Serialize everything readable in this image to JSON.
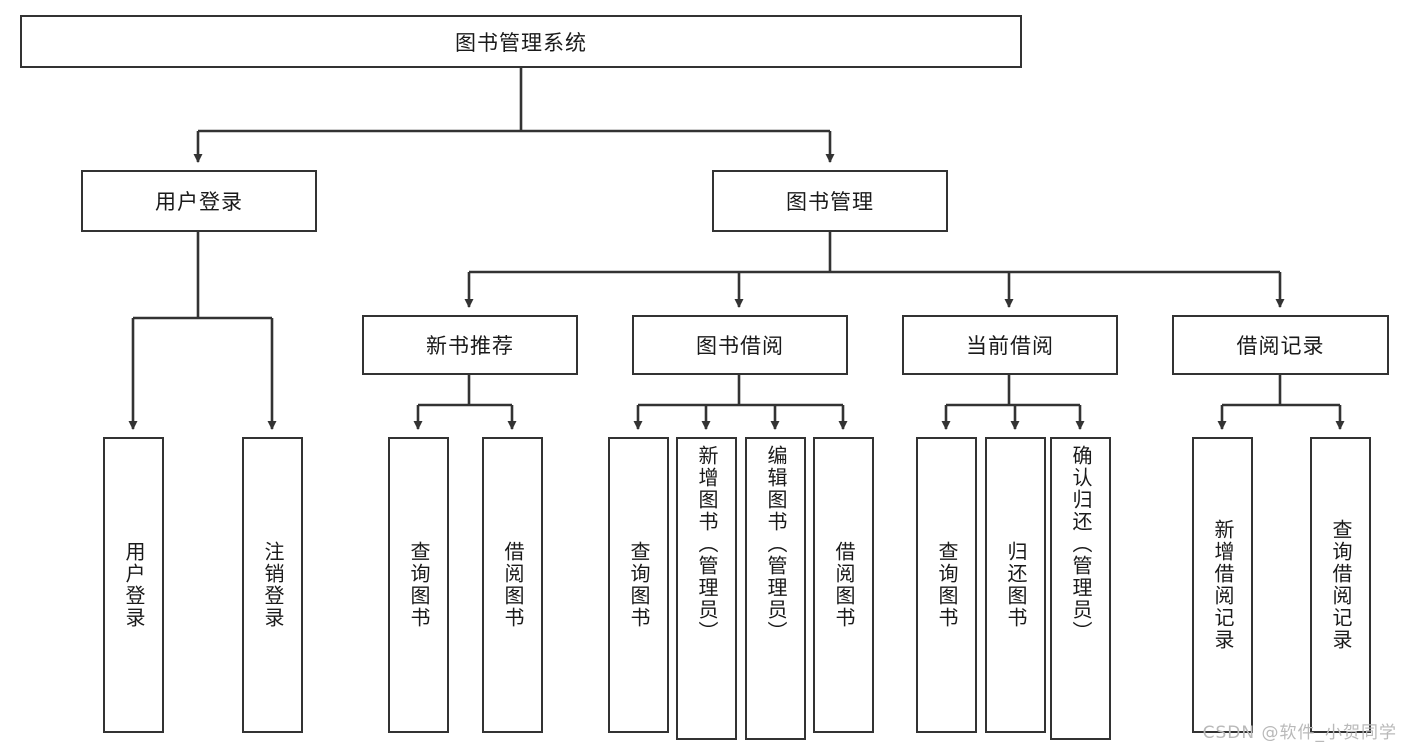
{
  "diagram": {
    "type": "hierarchy-tree",
    "title": "图书管理系统",
    "watermark": "CSDN @软件_小贺同学",
    "nodes": {
      "root": {
        "label": "图书管理系统",
        "level": 1
      },
      "user_login": {
        "label": "用户登录",
        "level": 2
      },
      "book_mgmt": {
        "label": "图书管理",
        "level": 2
      },
      "new_book_rec": {
        "label": "新书推荐",
        "level": 3
      },
      "book_borrow": {
        "label": "图书借阅",
        "level": 3
      },
      "current_borrow": {
        "label": "当前借阅",
        "level": 3
      },
      "borrow_record": {
        "label": "借阅记录",
        "level": 3
      },
      "leaf_user_login": {
        "label": "用户登录",
        "level": 4
      },
      "leaf_logout": {
        "label": "注销登录",
        "level": 4
      },
      "leaf_query_book_1": {
        "label": "查询图书",
        "level": 4
      },
      "leaf_borrow_book_1": {
        "label": "借阅图书",
        "level": 4
      },
      "leaf_query_book_2": {
        "label": "查询图书",
        "level": 4
      },
      "leaf_add_book": {
        "label": "新增图书（管理员）",
        "level": 4
      },
      "leaf_edit_book": {
        "label": "编辑图书（管理员）",
        "level": 4
      },
      "leaf_borrow_book_2": {
        "label": "借阅图书",
        "level": 4
      },
      "leaf_query_book_3": {
        "label": "查询图书",
        "level": 4
      },
      "leaf_return_book": {
        "label": "归还图书",
        "level": 4
      },
      "leaf_confirm_return": {
        "label": "确认归还（管理员）",
        "level": 4
      },
      "leaf_add_record": {
        "label": "新增借阅记录",
        "level": 4
      },
      "leaf_query_record": {
        "label": "查询借阅记录",
        "level": 4
      }
    },
    "edges": [
      {
        "from": "root",
        "to": "user_login"
      },
      {
        "from": "root",
        "to": "book_mgmt"
      },
      {
        "from": "user_login",
        "to": "leaf_user_login"
      },
      {
        "from": "user_login",
        "to": "leaf_logout"
      },
      {
        "from": "book_mgmt",
        "to": "new_book_rec"
      },
      {
        "from": "book_mgmt",
        "to": "book_borrow"
      },
      {
        "from": "book_mgmt",
        "to": "current_borrow"
      },
      {
        "from": "book_mgmt",
        "to": "borrow_record"
      },
      {
        "from": "new_book_rec",
        "to": "leaf_query_book_1"
      },
      {
        "from": "new_book_rec",
        "to": "leaf_borrow_book_1"
      },
      {
        "from": "book_borrow",
        "to": "leaf_query_book_2"
      },
      {
        "from": "book_borrow",
        "to": "leaf_add_book"
      },
      {
        "from": "book_borrow",
        "to": "leaf_edit_book"
      },
      {
        "from": "book_borrow",
        "to": "leaf_borrow_book_2"
      },
      {
        "from": "current_borrow",
        "to": "leaf_query_book_3"
      },
      {
        "from": "current_borrow",
        "to": "leaf_return_book"
      },
      {
        "from": "current_borrow",
        "to": "leaf_confirm_return"
      },
      {
        "from": "borrow_record",
        "to": "leaf_add_record"
      },
      {
        "from": "borrow_record",
        "to": "leaf_query_record"
      }
    ],
    "colors": {
      "stroke": "#333333",
      "fill": "#ffffff",
      "text": "#1a1a1a",
      "watermark": "#b9b9b9"
    }
  }
}
